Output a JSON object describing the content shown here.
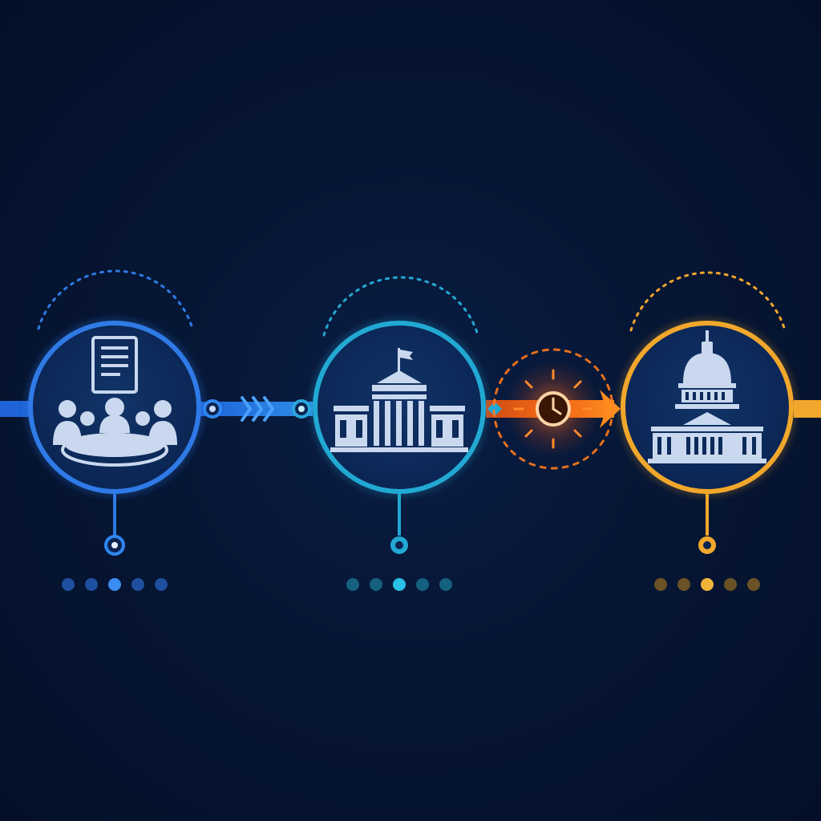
{
  "colors": {
    "background": "#061634",
    "stage_blue": "#2f7ae6",
    "stage_teal": "#22a9d3",
    "stage_gold": "#f0a72c",
    "timer_orange": "#ff7a1c",
    "icon_fill": "#c9d8ee",
    "circle_fill": "#0c2a5a"
  },
  "steps": [
    {
      "icon": "committee-meeting-icon",
      "accent": "blue",
      "active_dot": 2,
      "dot_count": 5
    },
    {
      "icon": "government-building-icon",
      "accent": "teal",
      "active_dot": 2,
      "dot_count": 5
    },
    {
      "icon": "capitol-building-icon",
      "accent": "gold",
      "active_dot": 2,
      "dot_count": 5
    }
  ],
  "connectors": [
    {
      "icon": "chevrons-forward-icon",
      "from": 1,
      "to": 2
    },
    {
      "icon": "clock-timer-icon",
      "from": 2,
      "to": 3
    }
  ]
}
